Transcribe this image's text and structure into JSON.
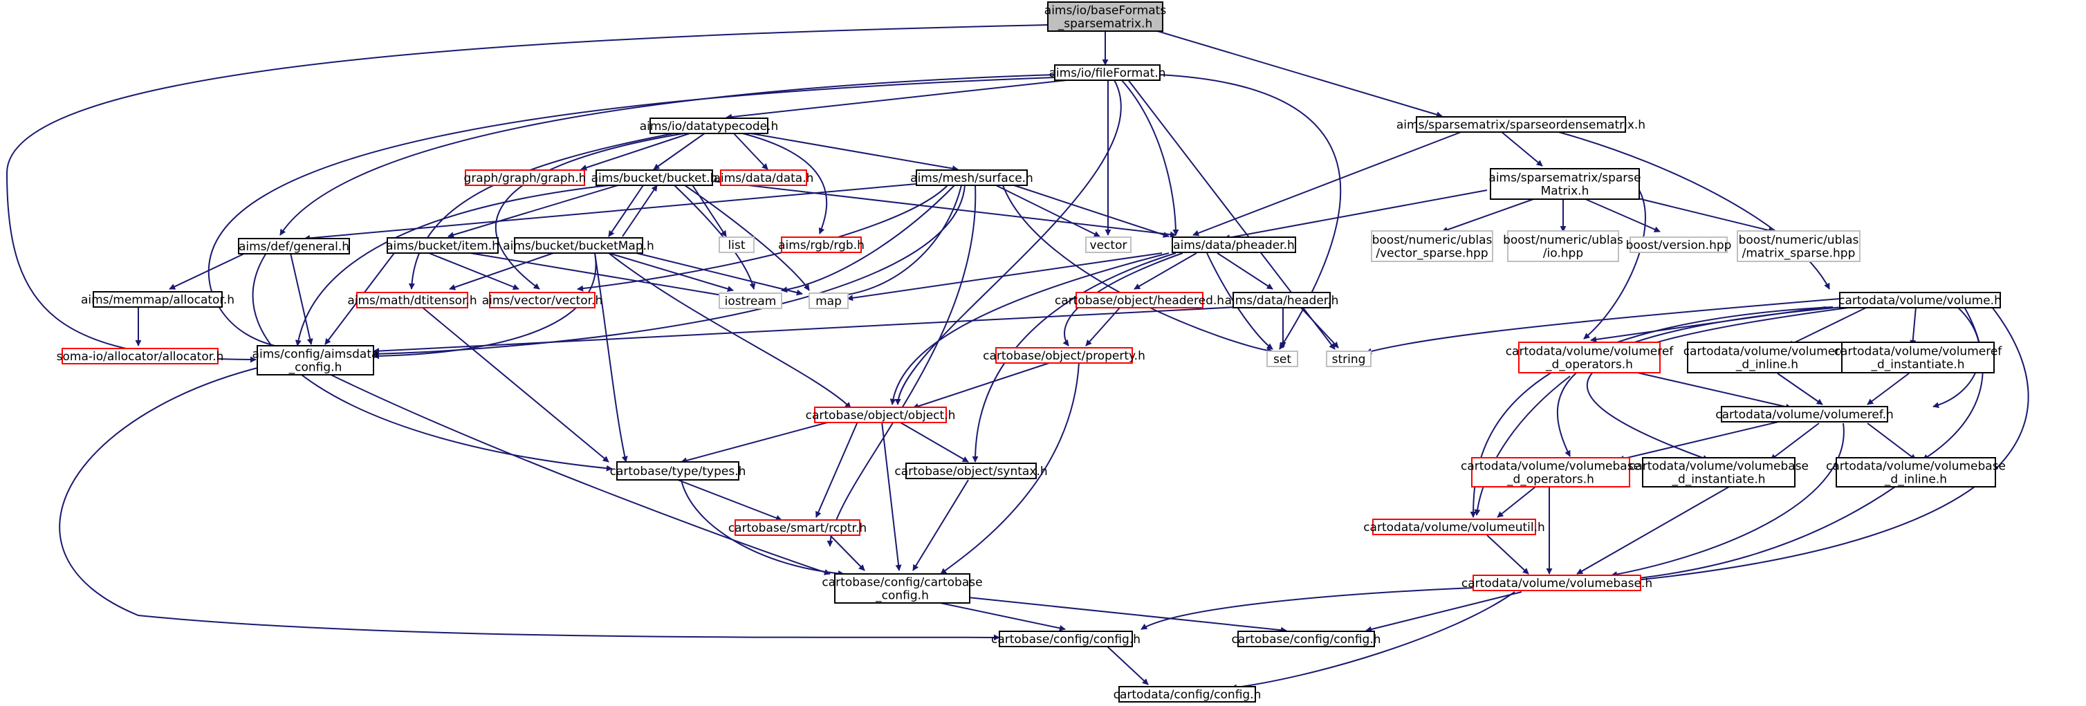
{
  "diagram": {
    "nodes": [
      {
        "id": "root",
        "style": "root",
        "lines": [
          "aims/io/baseFormats",
          "_sparsematrix.h"
        ]
      },
      {
        "id": "fileFormat",
        "style": "black",
        "lines": [
          "aims/io/fileFormat.h"
        ]
      },
      {
        "id": "sparseordense",
        "style": "black",
        "lines": [
          "aims/sparsematrix/sparseordensematrix.h"
        ]
      },
      {
        "id": "datatypecode",
        "style": "black",
        "lines": [
          "aims/io/datatypecode.h"
        ]
      },
      {
        "id": "sparseMatrix",
        "style": "black",
        "lines": [
          "aims/sparsematrix/sparse",
          "Matrix.h"
        ]
      },
      {
        "id": "graph",
        "style": "red",
        "lines": [
          "graph/graph/graph.h"
        ]
      },
      {
        "id": "bucket",
        "style": "black",
        "lines": [
          "aims/bucket/bucket.h"
        ]
      },
      {
        "id": "datah",
        "style": "red",
        "lines": [
          "aims/data/data.h"
        ]
      },
      {
        "id": "surface",
        "style": "black",
        "lines": [
          "aims/mesh/surface.h"
        ]
      },
      {
        "id": "general",
        "style": "black",
        "lines": [
          "aims/def/general.h"
        ]
      },
      {
        "id": "list",
        "style": "grey",
        "lines": [
          "list"
        ]
      },
      {
        "id": "rgb",
        "style": "red",
        "lines": [
          "aims/rgb/rgb.h"
        ]
      },
      {
        "id": "vector",
        "style": "grey",
        "lines": [
          "vector"
        ]
      },
      {
        "id": "pheader",
        "style": "black",
        "lines": [
          "aims/data/pheader.h"
        ]
      },
      {
        "id": "ublas_vs",
        "style": "grey",
        "lines": [
          "boost/numeric/ublas",
          "/vector_sparse.hpp"
        ]
      },
      {
        "id": "ublas_io",
        "style": "grey",
        "lines": [
          "boost/numeric/ublas",
          "/io.hpp"
        ]
      },
      {
        "id": "boostversion",
        "style": "grey",
        "lines": [
          "boost/version.hpp"
        ]
      },
      {
        "id": "ublas_ms",
        "style": "grey",
        "lines": [
          "boost/numeric/ublas",
          "/matrix_sparse.hpp"
        ]
      },
      {
        "id": "item",
        "style": "black",
        "lines": [
          "aims/bucket/item.h"
        ]
      },
      {
        "id": "bucketMap",
        "style": "black",
        "lines": [
          "aims/bucket/bucketMap.h"
        ]
      },
      {
        "id": "allocator",
        "style": "black",
        "lines": [
          "aims/memmap/allocator.h"
        ]
      },
      {
        "id": "dtitensor",
        "style": "red",
        "lines": [
          "aims/math/dtitensor.h"
        ]
      },
      {
        "id": "vectorh",
        "style": "red",
        "lines": [
          "aims/vector/vector.h"
        ]
      },
      {
        "id": "iostream",
        "style": "grey",
        "lines": [
          "iostream"
        ]
      },
      {
        "id": "map",
        "style": "grey",
        "lines": [
          "map"
        ]
      },
      {
        "id": "headered",
        "style": "red",
        "lines": [
          "cartobase/object/headered.h"
        ]
      },
      {
        "id": "header",
        "style": "black",
        "lines": [
          "aims/data/header.h"
        ]
      },
      {
        "id": "volume",
        "style": "black",
        "lines": [
          "cartodata/volume/volume.h"
        ]
      },
      {
        "id": "somaalloc",
        "style": "red",
        "lines": [
          "soma-io/allocator/allocator.h"
        ]
      },
      {
        "id": "aimsdata",
        "style": "black",
        "lines": [
          "aims/config/aimsdata",
          "_config.h"
        ]
      },
      {
        "id": "property",
        "style": "red",
        "lines": [
          "cartobase/object/property.h"
        ]
      },
      {
        "id": "set",
        "style": "grey",
        "lines": [
          "set"
        ]
      },
      {
        "id": "string",
        "style": "grey",
        "lines": [
          "string"
        ]
      },
      {
        "id": "vr_ops",
        "style": "red",
        "lines": [
          "cartodata/volume/volumeref",
          "_d_operators.h"
        ]
      },
      {
        "id": "vr_inline",
        "style": "black",
        "lines": [
          "cartodata/volume/volumeref",
          "_d_inline.h"
        ]
      },
      {
        "id": "vr_inst",
        "style": "black",
        "lines": [
          "cartodata/volume/volumeref",
          "_d_instantiate.h"
        ]
      },
      {
        "id": "volumeref",
        "style": "black",
        "lines": [
          "cartodata/volume/volumeref.h"
        ]
      },
      {
        "id": "objecth",
        "style": "red",
        "lines": [
          "cartobase/object/object.h"
        ]
      },
      {
        "id": "types",
        "style": "black",
        "lines": [
          "cartobase/type/types.h"
        ]
      },
      {
        "id": "syntax",
        "style": "black",
        "lines": [
          "cartobase/object/syntax.h"
        ]
      },
      {
        "id": "vb_ops",
        "style": "red",
        "lines": [
          "cartodata/volume/volumebase",
          "_d_operators.h"
        ]
      },
      {
        "id": "vb_inst",
        "style": "black",
        "lines": [
          "cartodata/volume/volumebase",
          "_d_instantiate.h"
        ]
      },
      {
        "id": "vb_inline",
        "style": "black",
        "lines": [
          "cartodata/volume/volumebase",
          "_d_inline.h"
        ]
      },
      {
        "id": "rcptr",
        "style": "red",
        "lines": [
          "cartobase/smart/rcptr.h"
        ]
      },
      {
        "id": "volumeutil",
        "style": "red",
        "lines": [
          "cartodata/volume/volumeutil.h"
        ]
      },
      {
        "id": "cartobaseconfig",
        "style": "black",
        "lines": [
          "cartobase/config/cartobase",
          "_config.h"
        ]
      },
      {
        "id": "volumebase",
        "style": "red",
        "lines": [
          "cartodata/volume/volumebase.h"
        ]
      },
      {
        "id": "config1",
        "style": "black",
        "lines": [
          "cartobase/config/config.h"
        ]
      },
      {
        "id": "config2",
        "style": "black",
        "lines": [
          "cartobase/config/config.h"
        ]
      },
      {
        "id": "cartodataconfig",
        "style": "black",
        "lines": [
          "cartodata/config/config.h"
        ]
      }
    ]
  }
}
